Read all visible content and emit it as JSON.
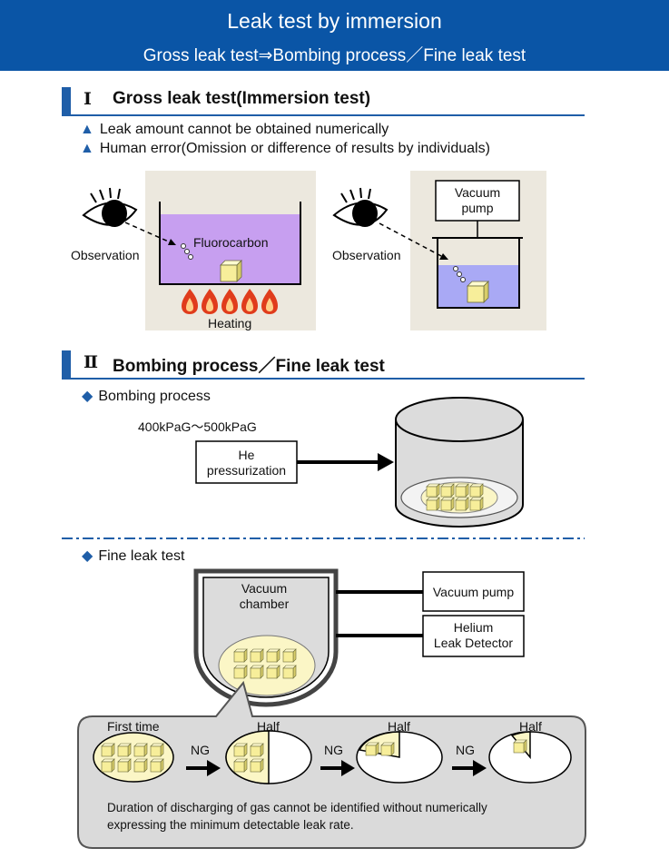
{
  "header": {
    "title": "Leak test by immersion",
    "subtitle": "Gross leak test⇒Bombing process／Fine leak test"
  },
  "section1": {
    "number": "Ⅰ",
    "title": "Gross leak test(Immersion test)",
    "bullets": [
      {
        "icon": "▲",
        "text": "Leak amount cannot be obtained numerically"
      },
      {
        "icon": "▲",
        "text": "Human error(Omission or difference of results by individuals)"
      }
    ],
    "left": {
      "observation": "Observation",
      "liquid": "Fluorocarbon",
      "heating": "Heating"
    },
    "right": {
      "observation": "Observation",
      "pump": "Vacuum\npump"
    }
  },
  "section2": {
    "number": "Ⅱ",
    "title": "Bombing process／Fine leak test",
    "bombing": {
      "icon": "◆",
      "label": "Bombing process",
      "pressure": "400kPaG～500kPaG",
      "he_box": "He\npressurization"
    },
    "fine": {
      "icon": "◆",
      "label": "Fine leak test",
      "chamber": "Vacuum\nchamber",
      "vacuum_pump": "Vacuum pump",
      "detector": "Helium\nLeak Detector",
      "steps": [
        "First time",
        "Half",
        "Half",
        "Half"
      ],
      "ng": [
        "NG",
        "NG",
        "NG"
      ],
      "note": "Duration of discharging of gas cannot be identified without numerically\nexpressing the minimum detectable leak rate."
    }
  },
  "colors": {
    "header_bg": "#0a55a6",
    "accent_blue": "#1f5ea8",
    "fluorocarbon": "#c79ff0",
    "vacuum_liquid": "#a9a9f5",
    "panel_bg": "#ece8de",
    "cube": "#f7ee9a",
    "wafer": "#fbf6c6",
    "flame": "#e03c1c"
  },
  "icons": [
    "eye-icon",
    "flame-icon",
    "cube-icon",
    "arrow-icon",
    "triangle-bullet-icon",
    "diamond-bullet-icon"
  ]
}
